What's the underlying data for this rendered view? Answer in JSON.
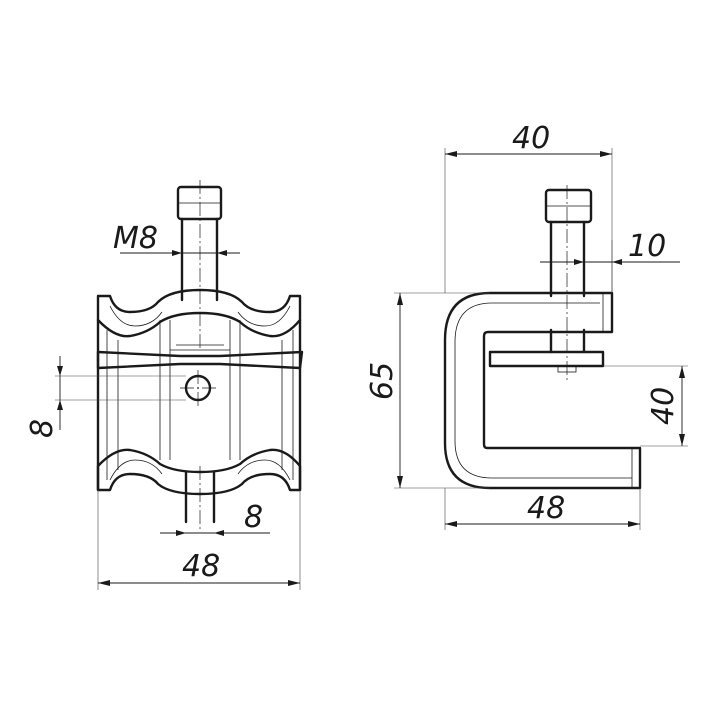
{
  "front_view": {
    "bolt_size_label": "M8",
    "bore_width_label": "8",
    "shaft_width_label": "8",
    "total_width_label": "48"
  },
  "side_view": {
    "top_width_label": "40",
    "bolt_offset_label": "10",
    "height_label": "65",
    "jaw_opening_label": "40",
    "base_width_label": "48"
  }
}
